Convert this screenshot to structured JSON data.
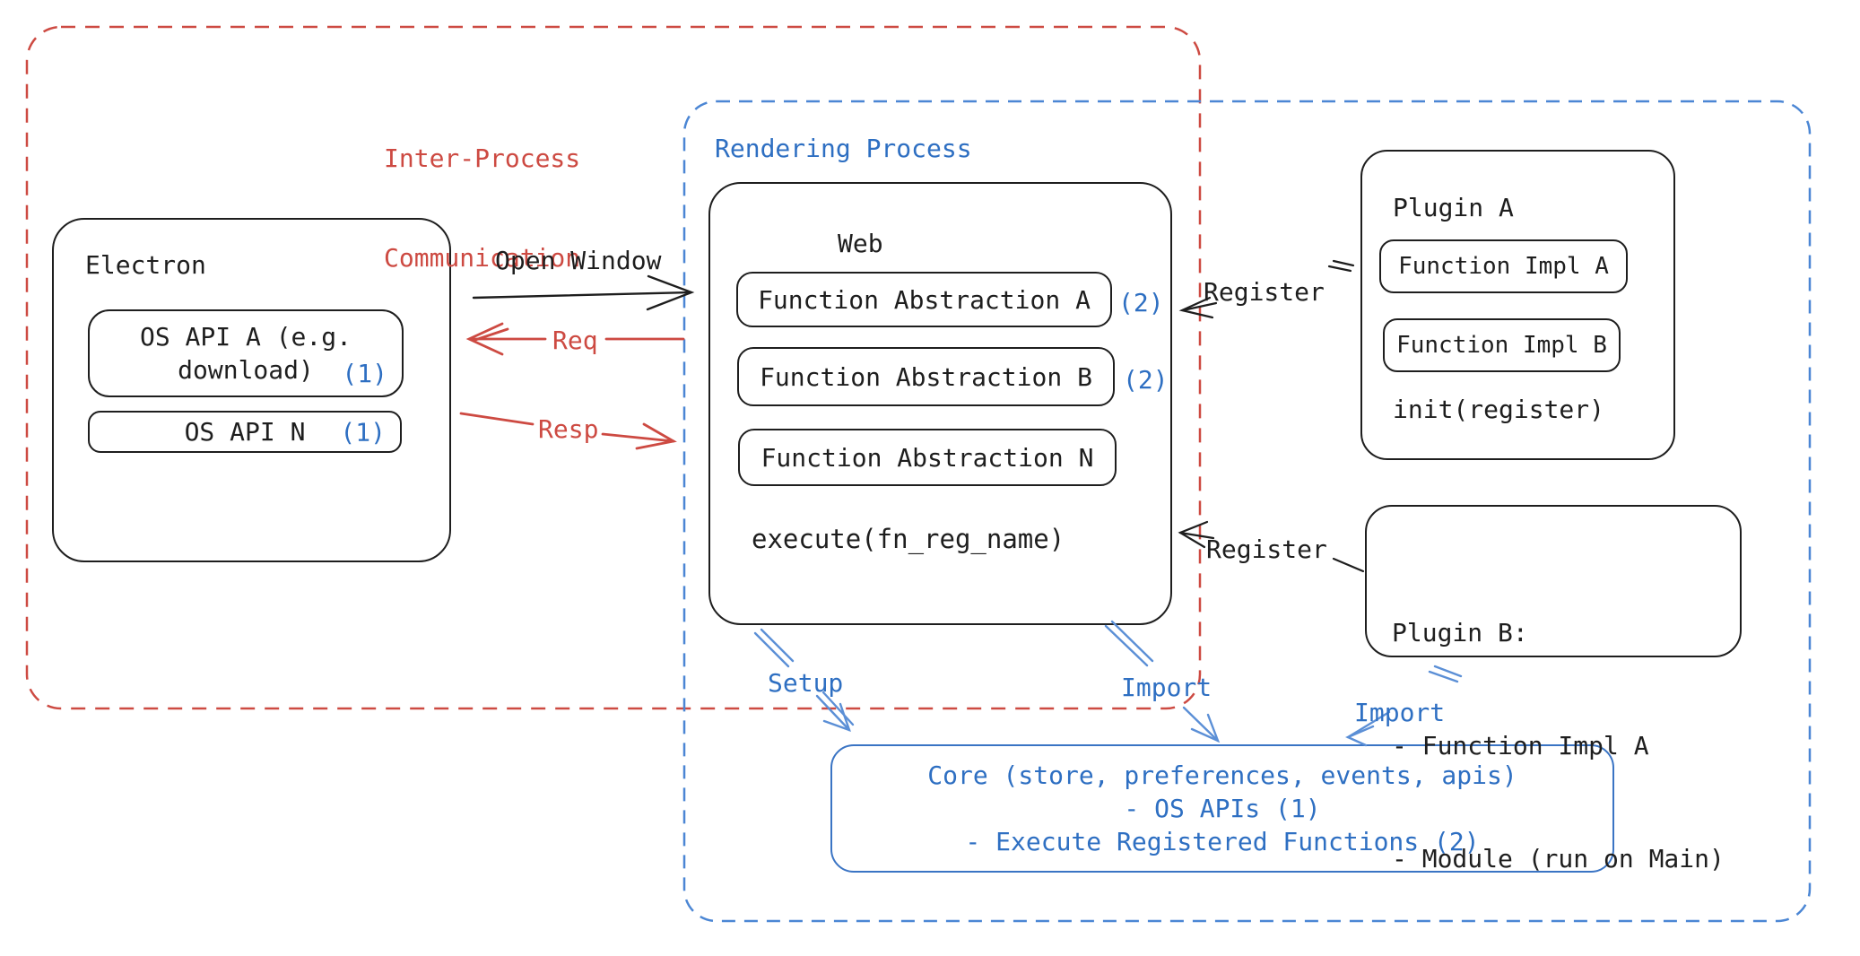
{
  "diagram": {
    "colors": {
      "ink": "#1e1e1e",
      "red": "#cd4a42",
      "blue_text": "#2e6fc2",
      "blue_dash": "#4b86d4",
      "core_border": "#3a74c4"
    },
    "ipc": {
      "line1": "Inter-Process",
      "line2": "Communication"
    },
    "rendering": {
      "label": "Rendering Process"
    },
    "electron": {
      "title": "Electron",
      "api_a_line1": "OS API A (e.g.",
      "api_a_line2": "download)",
      "api_a_badge": "(1)",
      "api_n": "OS API N",
      "api_n_badge": "(1)"
    },
    "web": {
      "title": "Web",
      "fn_a": "Function Abstraction A",
      "fn_a_badge": "(2)",
      "fn_b": "Function Abstraction B",
      "fn_b_badge": "(2)",
      "fn_n": "Function Abstraction N",
      "execute": "execute(fn_reg_name)"
    },
    "plugin_a": {
      "title": "Plugin A",
      "impl_a": "Function Impl A",
      "impl_b": "Function Impl B",
      "init": "init(register)"
    },
    "plugin_b": {
      "line1": "Plugin B:",
      "line2": "- Function Impl A",
      "line3": "- Module (run on Main)"
    },
    "core": {
      "line1": "Core (store, preferences, events, apis)",
      "line2": "- OS APIs (1)",
      "line3": "- Execute Registered Functions (2)"
    },
    "arrows": {
      "open_window": "Open Window",
      "req": "Req",
      "resp": "Resp",
      "register_top": "Register",
      "register_bottom": "Register",
      "setup": "Setup",
      "import_web": "Import",
      "import_plugin_b": "Import"
    }
  }
}
